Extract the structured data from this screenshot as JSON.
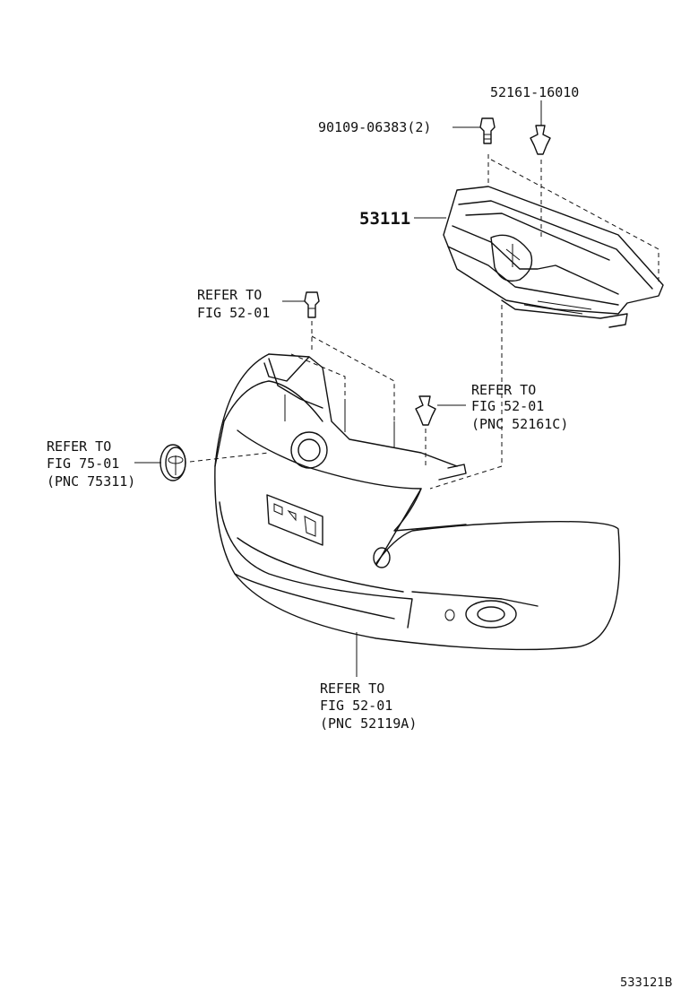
{
  "labels": {
    "clip_part": "52161-16010",
    "bolt_part": "90109-06383(2)",
    "grille_part": "53111",
    "refer_bolt": [
      "REFER TO",
      "FIG 52-01"
    ],
    "refer_clip": [
      "REFER TO",
      "FIG 52-01",
      "(PNC 52161C)"
    ],
    "refer_emblem": [
      "REFER TO",
      "FIG 75-01",
      "(PNC 75311)"
    ],
    "refer_bumper": [
      "REFER TO",
      "FIG 52-01",
      "(PNC 52119A)"
    ],
    "diagram_ref": "533121B"
  }
}
